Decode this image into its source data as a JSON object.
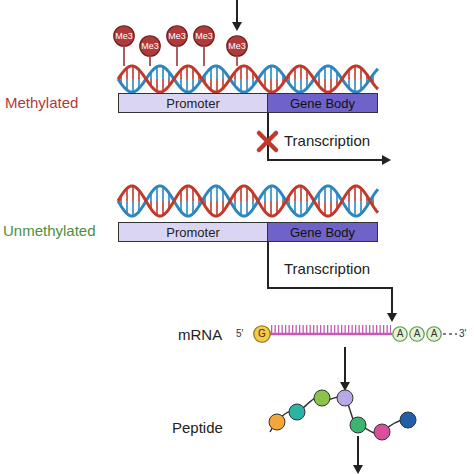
{
  "diagram": {
    "nodes": [
      {
        "text": [
          "Me3"
        ]
      },
      {
        "text": [
          "Me3"
        ]
      },
      {
        "text": [
          "Me3"
        ]
      },
      {
        "text": [
          "Me3"
        ]
      },
      {
        "text": [
          "Me3"
        ]
      },
      {
        "text": [
          "Promoter"
        ]
      },
      {
        "text": [
          "Gene Body"
        ]
      },
      {
        "text": [
          "Promoter"
        ]
      },
      {
        "text": [
          "Gene Body"
        ]
      },
      {
        "text": [
          "G"
        ]
      },
      {
        "text": [
          "A"
        ]
      },
      {
        "text": [
          "A"
        ]
      },
      {
        "text": [
          "A"
        ]
      }
    ],
    "labels": [
      "Methylated",
      "Transcription",
      "Unmethylated",
      "Transcription",
      "mRNA",
      "5'",
      "3'",
      "Peptide"
    ]
  }
}
